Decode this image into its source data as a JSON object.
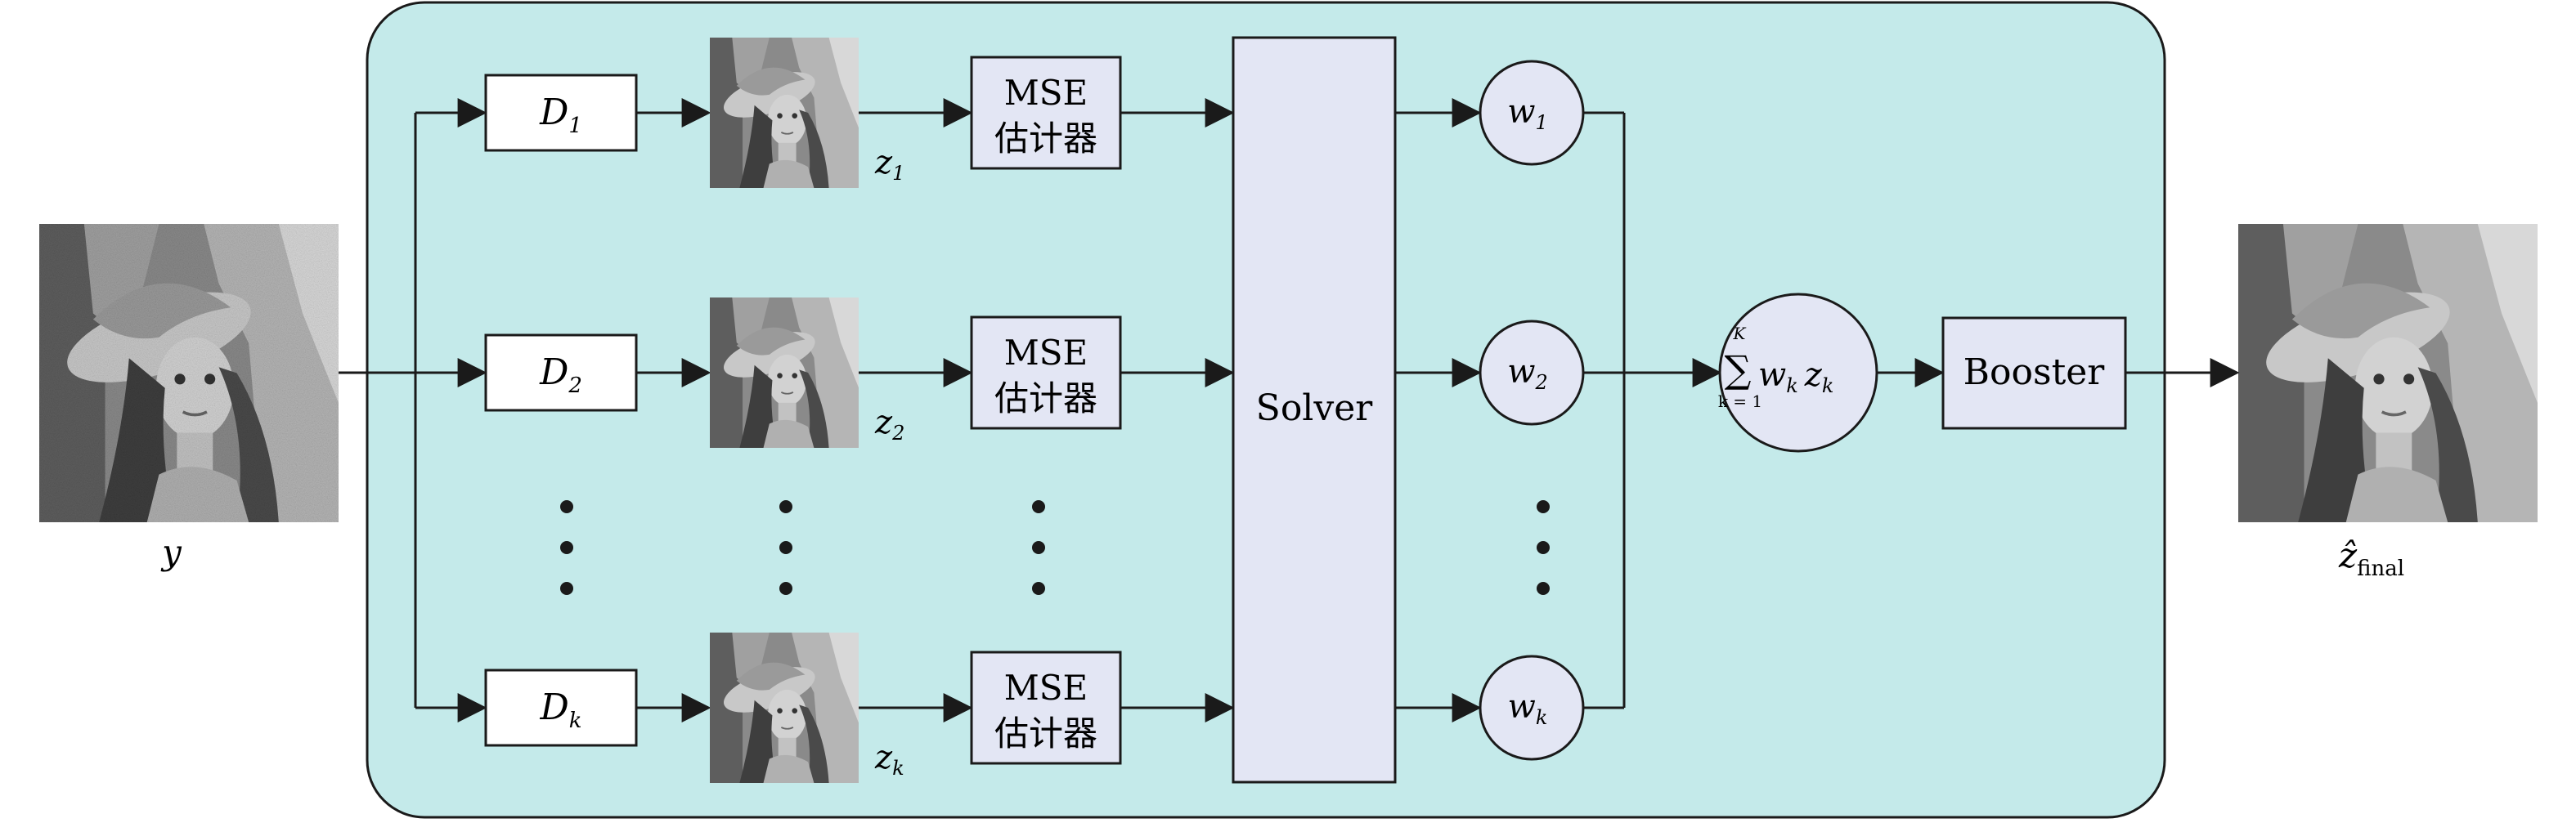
{
  "input": {
    "label": "y",
    "image": "noisy-portrait-photo"
  },
  "output": {
    "label_main": "ẑ",
    "label_sub": "final",
    "image": "restored-portrait-photo"
  },
  "branches": [
    {
      "denoiser_main": "D",
      "denoiser_sub": "1",
      "estimate_main": "z",
      "estimate_sub": "1",
      "weight_main": "w",
      "weight_sub": "1",
      "image": "denoised-portrait-photo"
    },
    {
      "denoiser_main": "D",
      "denoiser_sub": "2",
      "estimate_main": "z",
      "estimate_sub": "2",
      "weight_main": "w",
      "weight_sub": "2",
      "image": "denoised-portrait-photo"
    },
    {
      "denoiser_main": "D",
      "denoiser_sub": "k",
      "estimate_main": "z",
      "estimate_sub": "k",
      "weight_main": "w",
      "weight_sub": "k",
      "image": "denoised-portrait-photo"
    }
  ],
  "mse": {
    "line1": "MSE",
    "line2": "估计器"
  },
  "solver": {
    "label": "Solver"
  },
  "sum": {
    "symbol": "∑",
    "upper": "K",
    "lower": "k = 1",
    "term_w": "w",
    "term_w_sub": "k",
    "term_z": "z",
    "term_z_sub": "k"
  },
  "booster": {
    "label": "Booster"
  },
  "ellipsis": "⋮",
  "colors": {
    "panel_fill": "#c4eaea",
    "box_fill": "#e3e6f4",
    "stroke": "#1a1a1a",
    "white": "#ffffff"
  }
}
